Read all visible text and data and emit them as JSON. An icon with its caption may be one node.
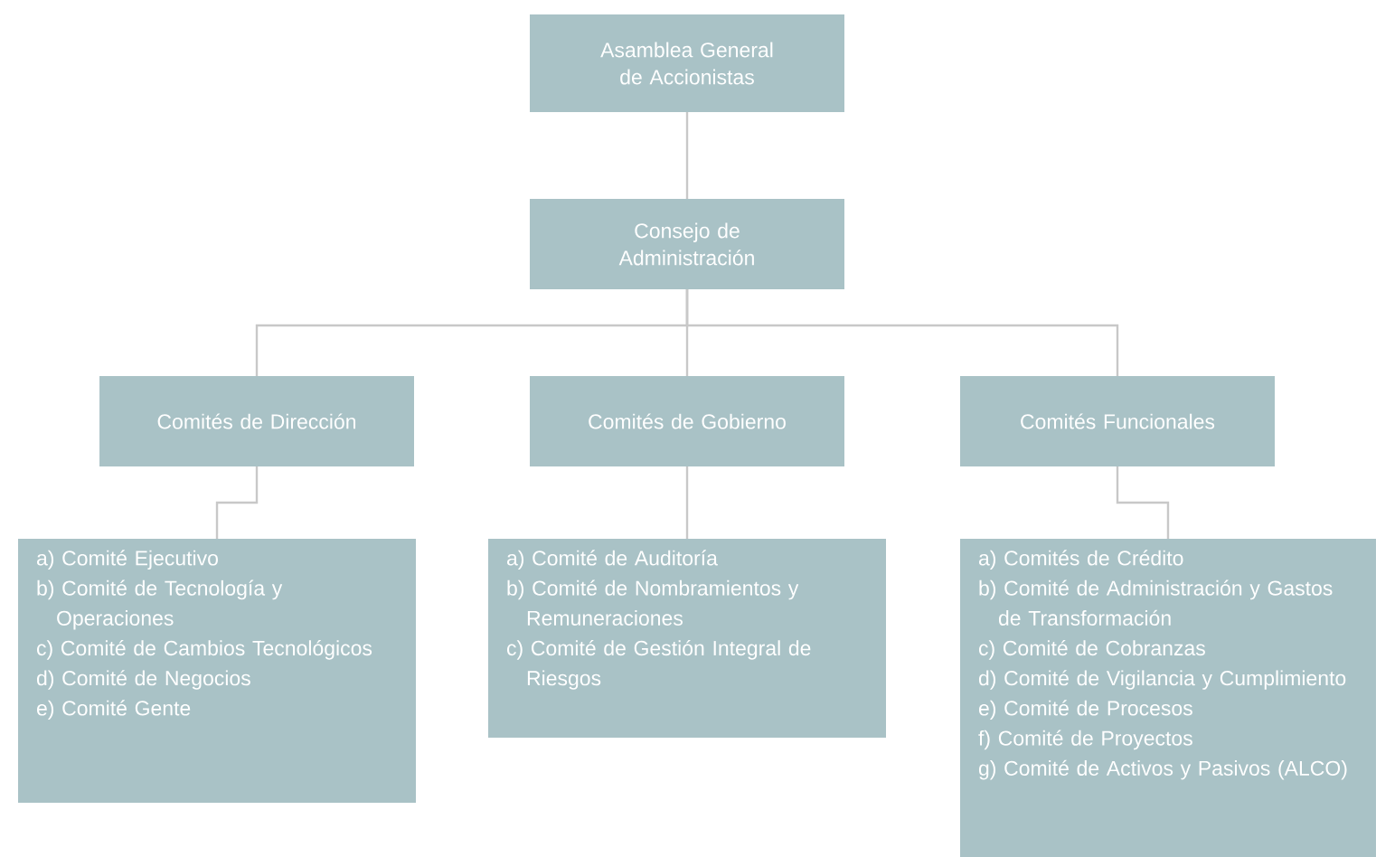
{
  "diagram": {
    "nodes": [
      {
        "text": [
          "Asamblea General de Accionistas"
        ]
      },
      {
        "text": [
          "Consejo de Administración"
        ]
      },
      {
        "text": [
          "Comités de Dirección"
        ]
      },
      {
        "text": [
          "Comités de Gobierno"
        ]
      },
      {
        "text": [
          "Comités Funcionales"
        ]
      },
      {
        "text": [
          "a) Comité Ejecutivo",
          "b) Comité de Tecnología y Operaciones",
          "c) Comité de Cambios Tecnológicos",
          "d) Comité de Negocios",
          "e) Comité Gente"
        ]
      },
      {
        "text": [
          "a) Comité de Auditoría",
          "b) Comité de Nombramientos y Remuneraciones",
          "c) Comité de Gestión Integral de Riesgos"
        ]
      },
      {
        "text": [
          "a) Comités de Crédito",
          "b) Comité de Administración y Gastos de Transformación",
          "c) Comité de Cobranzas",
          "d) Comité de Vigilancia y Cumplimiento",
          "e) Comité de Procesos",
          "f) Comité de Proyectos",
          "g) Comité de Activos y Pasivos (ALCO)"
        ]
      }
    ],
    "edges": [
      {
        "from": 0,
        "to": 1,
        "arrow": "none"
      },
      {
        "from": 1,
        "to": 2,
        "arrow": "none"
      },
      {
        "from": 1,
        "to": 3,
        "arrow": "none"
      },
      {
        "from": 1,
        "to": 4,
        "arrow": "none"
      },
      {
        "from": 2,
        "to": 5,
        "arrow": "none"
      },
      {
        "from": 3,
        "to": 6,
        "arrow": "none"
      },
      {
        "from": 4,
        "to": 7,
        "arrow": "none"
      }
    ]
  }
}
